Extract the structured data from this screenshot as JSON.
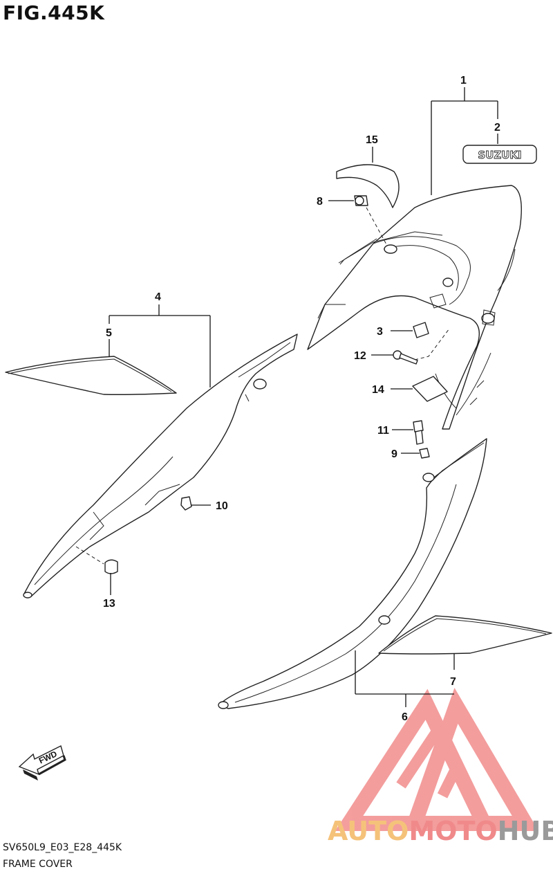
{
  "figure": {
    "title": "FIG.445K"
  },
  "callouts": {
    "c1": "1",
    "c2": "2",
    "c3": "3",
    "c4": "4",
    "c5": "5",
    "c6": "6",
    "c7": "7",
    "c8": "8",
    "c9": "9",
    "c10": "10",
    "c11": "11",
    "c12": "12",
    "c13": "13",
    "c14": "14",
    "c15": "15"
  },
  "emblem_text": "SUZUKI",
  "fwd_label": "FWD",
  "footer": {
    "code": "SV650L9_E03_E28_445K",
    "name": "FRAME COVER"
  },
  "watermark": {
    "part1": "AUTO",
    "part2": "MOTO",
    "part3": "HUB",
    "color_auto": "#f5c27a",
    "color_moto": "#f08a8a",
    "color_hub": "#9a9a9a",
    "color_logo": "#f07d7d"
  }
}
